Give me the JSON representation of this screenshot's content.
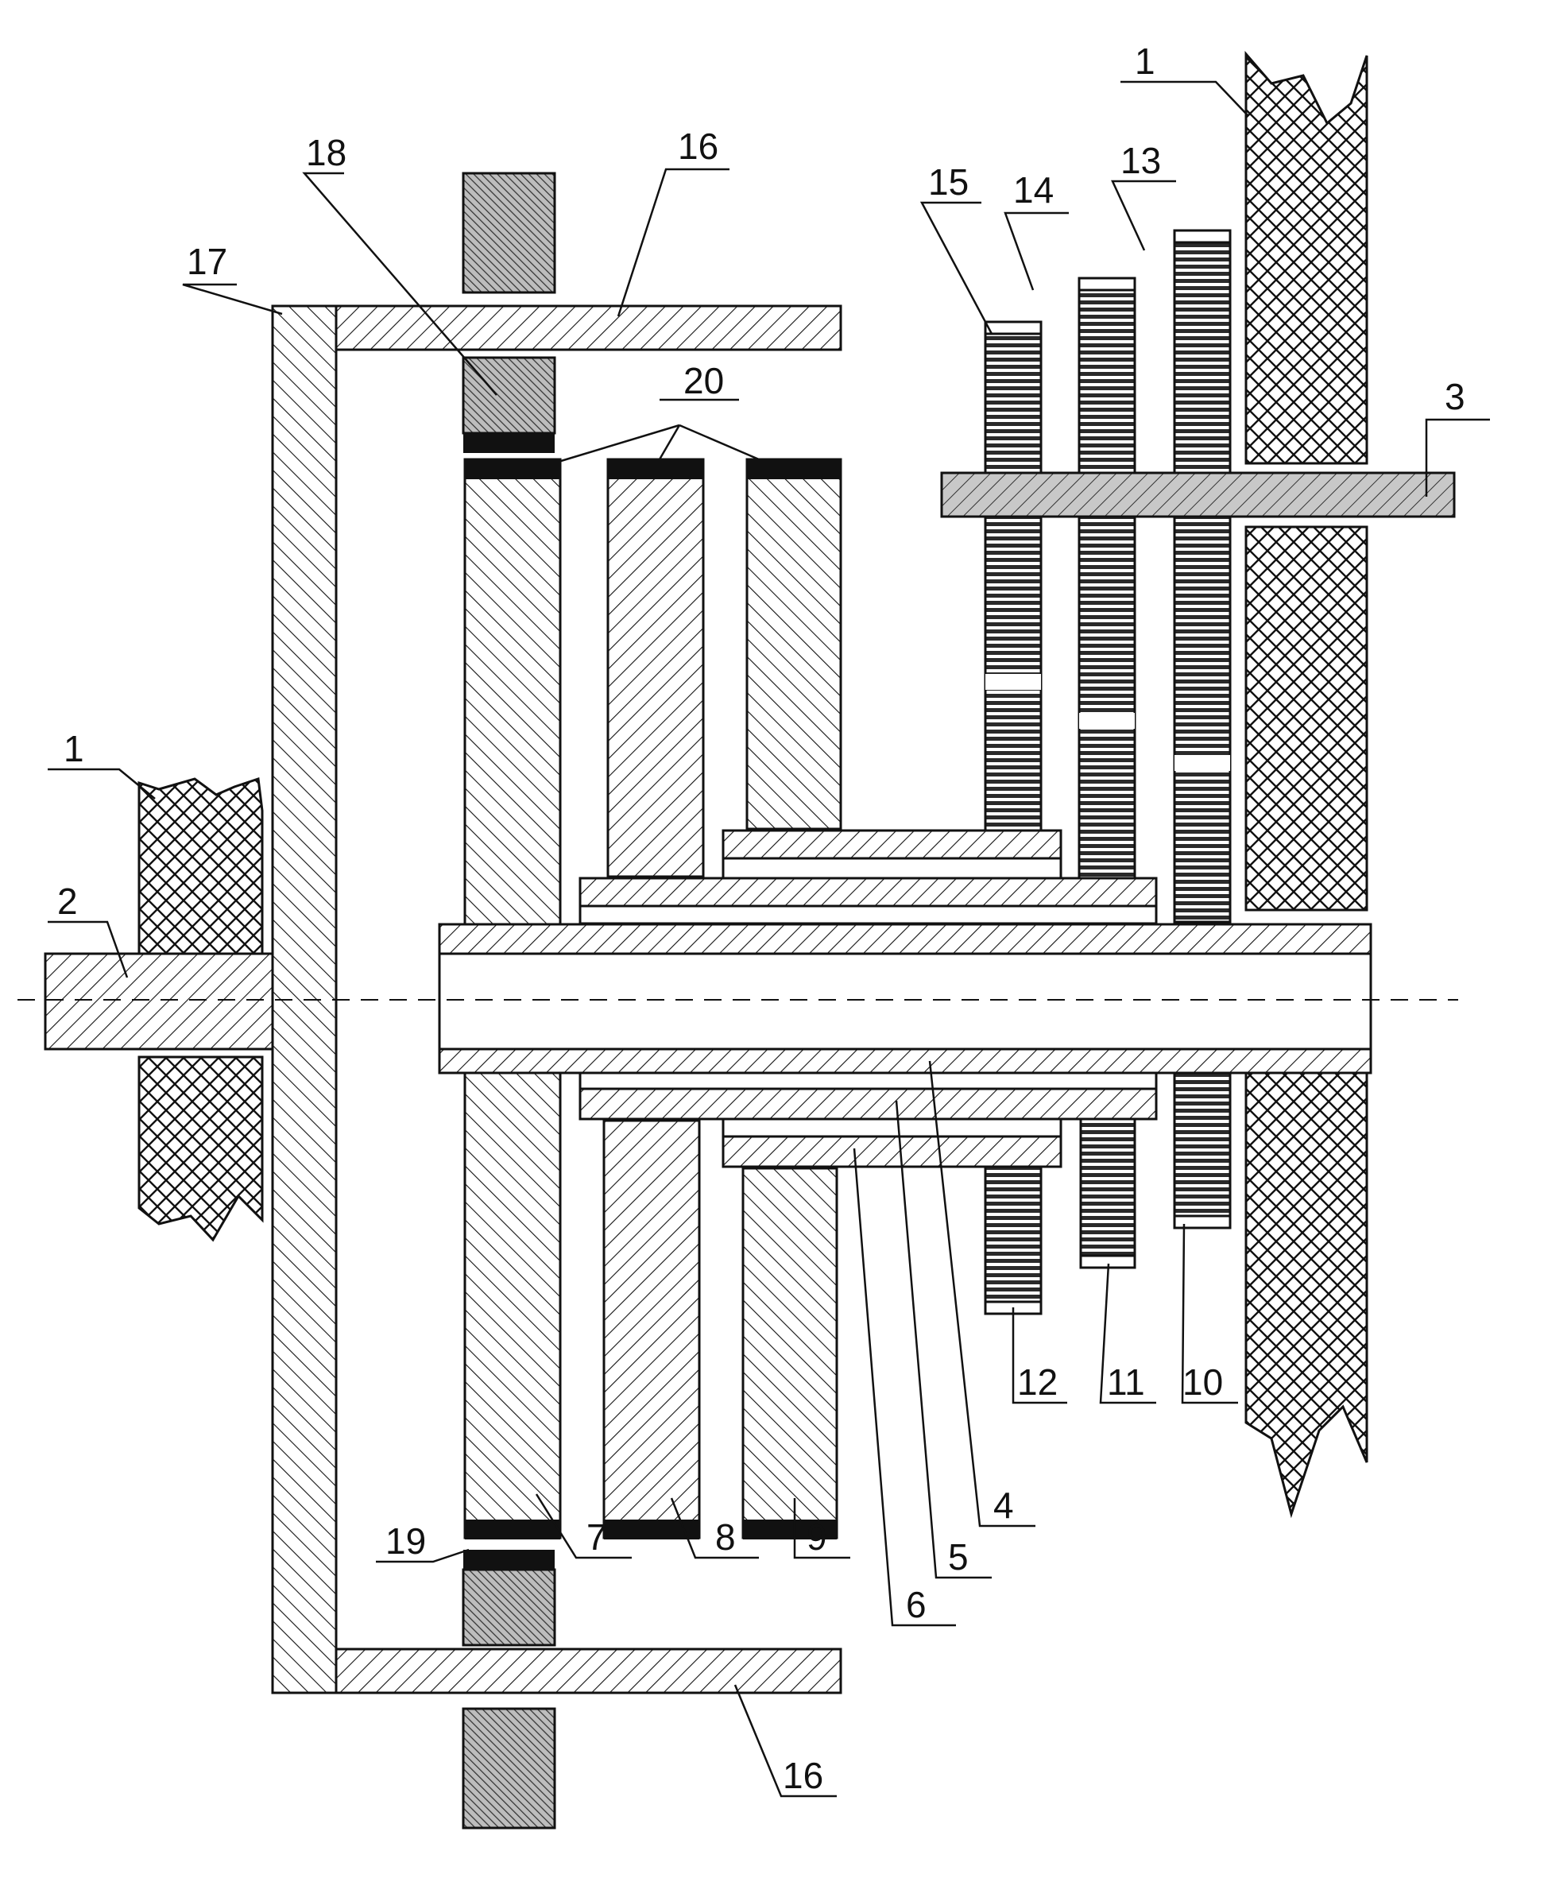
{
  "figure": {
    "labels": [
      {
        "id": "1",
        "text": "1"
      },
      {
        "id": "1b",
        "text": "1"
      },
      {
        "id": "2",
        "text": "2"
      },
      {
        "id": "3",
        "text": "3"
      },
      {
        "id": "4",
        "text": "4"
      },
      {
        "id": "5",
        "text": "5"
      },
      {
        "id": "6",
        "text": "6"
      },
      {
        "id": "7",
        "text": "7"
      },
      {
        "id": "8",
        "text": "8"
      },
      {
        "id": "9",
        "text": "9"
      },
      {
        "id": "10",
        "text": "10"
      },
      {
        "id": "11",
        "text": "11"
      },
      {
        "id": "12",
        "text": "12"
      },
      {
        "id": "13",
        "text": "13"
      },
      {
        "id": "14",
        "text": "14"
      },
      {
        "id": "15",
        "text": "15"
      },
      {
        "id": "16",
        "text": "16"
      },
      {
        "id": "16b",
        "text": "16"
      },
      {
        "id": "17",
        "text": "17"
      },
      {
        "id": "18",
        "text": "18"
      },
      {
        "id": "19",
        "text": "19"
      },
      {
        "id": "20",
        "text": "20"
      }
    ]
  }
}
